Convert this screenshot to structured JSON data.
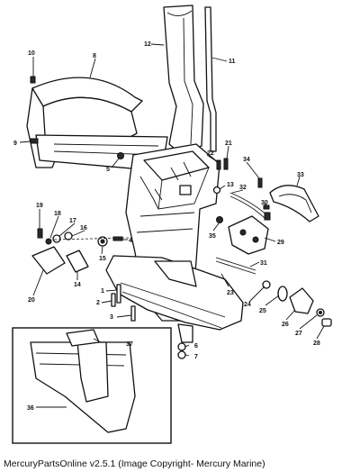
{
  "caption": "MercuryPartsOnline v2.5.1 (Image Copyright- Mercury Marine)",
  "callouts": [
    "1",
    "2",
    "3",
    "4",
    "5",
    "6",
    "7",
    "8",
    "9",
    "10",
    "11",
    "12",
    "13",
    "14",
    "15",
    "16",
    "17",
    "18",
    "19",
    "20",
    "21",
    "22",
    "23",
    "24",
    "25",
    "26",
    "27",
    "28",
    "29",
    "30",
    "31",
    "32",
    "33",
    "34",
    "35",
    "36",
    "37"
  ]
}
